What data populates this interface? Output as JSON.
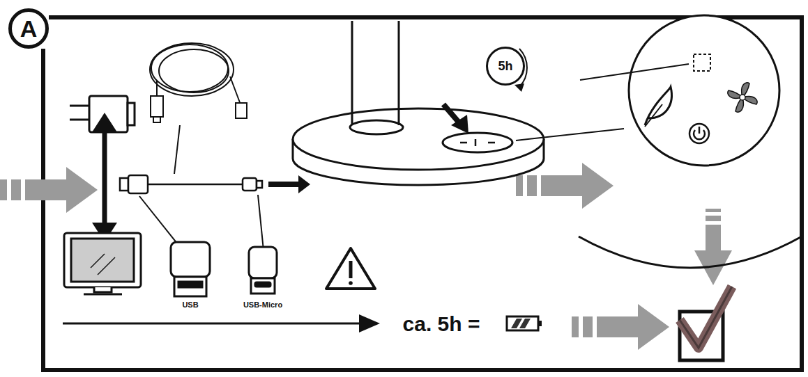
{
  "diagram": {
    "nodes": [
      {
        "text": [
          "A"
        ]
      },
      {
        "text": [
          "5h"
        ]
      }
    ],
    "labels": [
      "USB",
      "USB-Micro",
      "ca. 5h ="
    ]
  }
}
